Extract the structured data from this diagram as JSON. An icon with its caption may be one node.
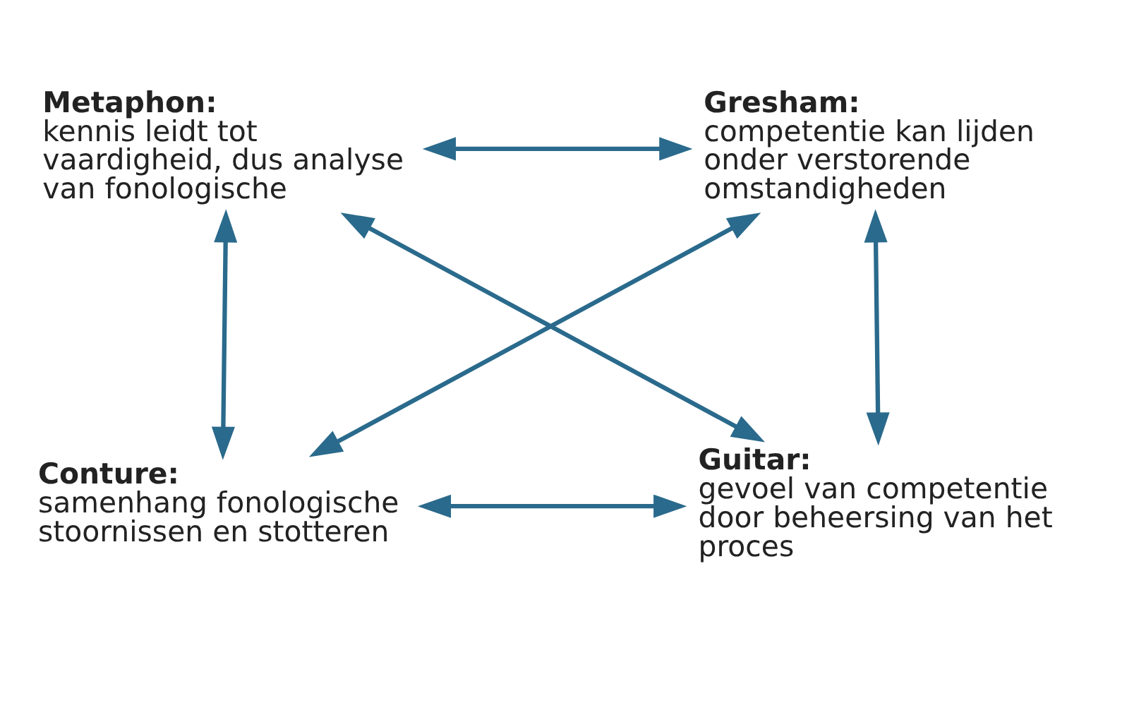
{
  "diagram": {
    "nodes": [
      {
        "text": [
          "Metaphon:",
          "kennis leidt tot vaardigheid, dus analyse van fonologische"
        ]
      },
      {
        "text": [
          "Gresham:",
          "competentie kan lijden onder verstorende omstandigheden"
        ]
      },
      {
        "text": [
          "Conture:",
          "samenhang fonologische stoornissen en stotteren"
        ]
      },
      {
        "text": [
          "Guitar:",
          "gevoel van competentie door beheersing van het proces"
        ]
      }
    ],
    "edges": [
      {
        "from": 0,
        "to": 1,
        "arrow": "both"
      },
      {
        "from": 0,
        "to": 2,
        "arrow": "both"
      },
      {
        "from": 1,
        "to": 3,
        "arrow": "both"
      },
      {
        "from": 0,
        "to": 3,
        "arrow": "both"
      },
      {
        "from": 1,
        "to": 2,
        "arrow": "both"
      },
      {
        "from": 2,
        "to": 3,
        "arrow": "both"
      }
    ]
  }
}
